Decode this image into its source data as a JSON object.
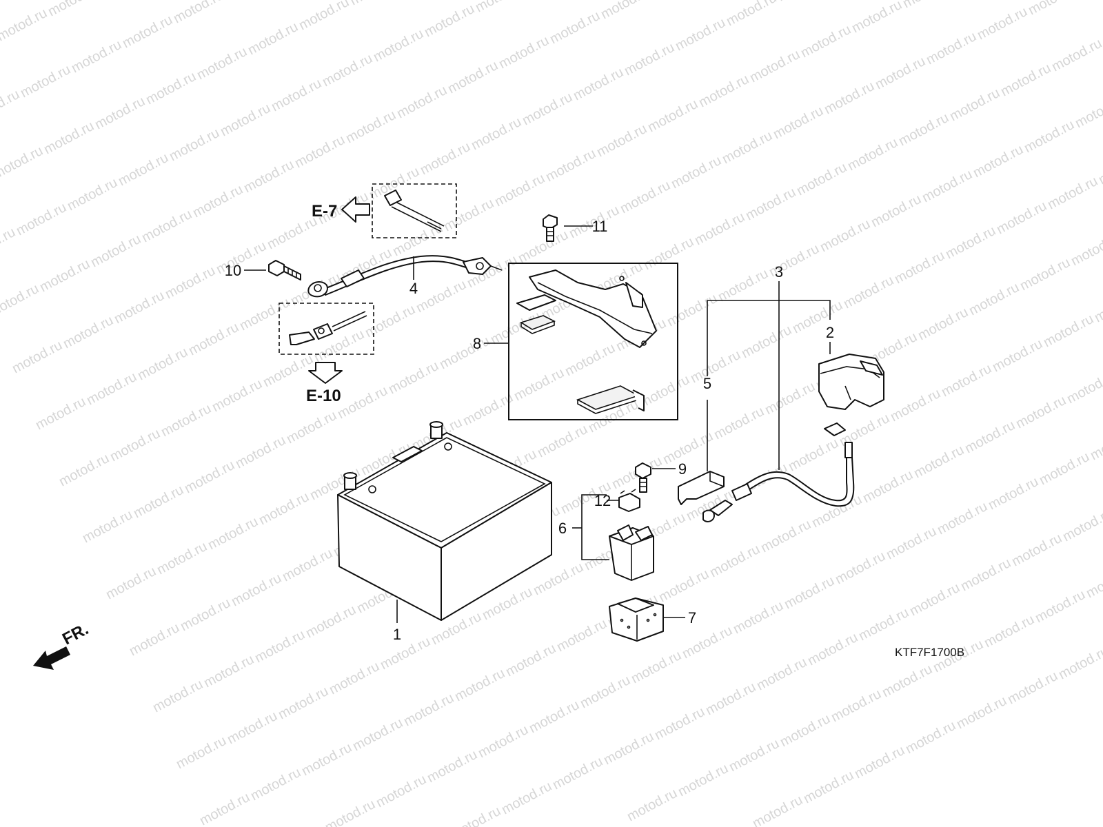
{
  "watermark": "motod.ru",
  "callouts": {
    "c1": "1",
    "c2": "2",
    "c3": "3",
    "c4": "4",
    "c5": "5",
    "c6": "6",
    "c7": "7",
    "c8": "8",
    "c9": "9",
    "c10": "10",
    "c11": "11",
    "c12": "12"
  },
  "refs": {
    "e7": "E-7",
    "e10": "E-10"
  },
  "front_label": "FR.",
  "drawing_code": "KTF7F1700B",
  "icons": [
    "front-arrow-icon",
    "ref-arrow-left-icon",
    "ref-arrow-down-icon"
  ]
}
